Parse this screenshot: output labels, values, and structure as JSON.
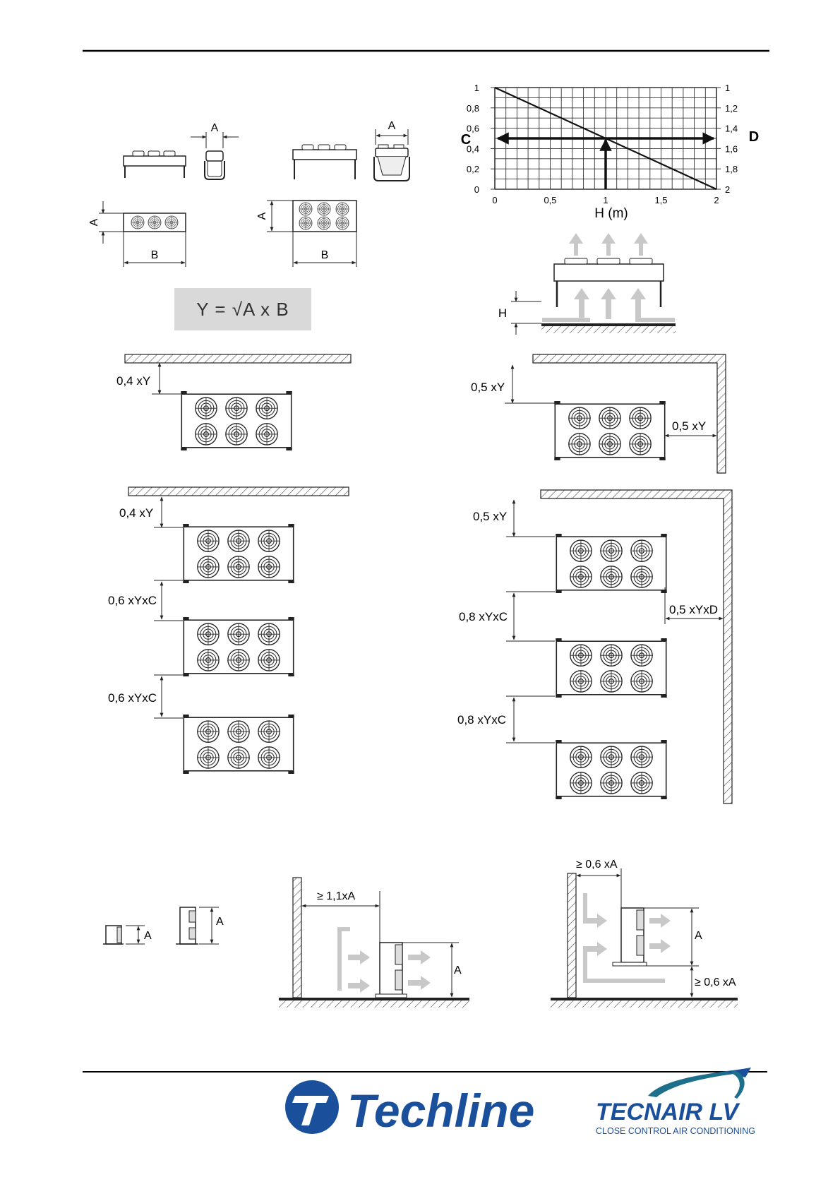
{
  "labels": {
    "dim_a": "A",
    "dim_b": "B",
    "formula": "Y = √A x B",
    "chart_left_axis": "C",
    "chart_right_axis": "D",
    "chart_x_axis": "H (m)",
    "height_h": "H",
    "clear_04y": "0,4 xY",
    "clear_05y": "0,5 xY",
    "clear_06yc": "0,6 xYxC",
    "clear_08yc": "0,8 xYxC",
    "clear_05yd": "0,5 xYxD",
    "ge_11a": "≥ 1,1xA",
    "ge_06a": "≥ 0,6 xA"
  },
  "chart_data": {
    "type": "line",
    "xlabel": "H (m)",
    "ylabel_left": "C",
    "ylabel_right": "D",
    "x_ticks": [
      "0",
      "0,5",
      "1",
      "1,5",
      "2"
    ],
    "y_left_ticks": [
      "0",
      "0,2",
      "0,4",
      "0,6",
      "0,8",
      "1"
    ],
    "y_right_ticks": [
      "2",
      "1,8",
      "1,6",
      "1,4",
      "1,2",
      "1"
    ],
    "xlim": [
      0,
      2
    ],
    "ylim_left": [
      0,
      1
    ],
    "ylim_right": [
      2,
      1
    ],
    "grid": true,
    "series": [
      {
        "x": [
          0,
          2
        ],
        "y": [
          1,
          0
        ]
      }
    ],
    "example": {
      "H": 1,
      "C": 0.5,
      "D": 1.5
    }
  },
  "logos": {
    "techline": "Techline",
    "tecnair": "TECNAIR LV",
    "tecnair_tagline": "CLOSE CONTROL AIR CONDITIONING"
  },
  "colors": {
    "line": "#1a1a1a",
    "arrow_gray": "#c8c8c8",
    "logo_blue": "#1a4f9c",
    "logo_teal": "#1d6f8c",
    "formula_bg": "#d9d9d9"
  }
}
